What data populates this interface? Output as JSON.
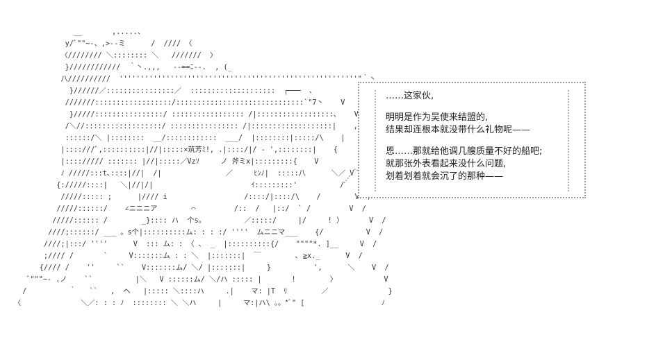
{
  "speech": {
    "line1": "……这家伙,",
    "line2": "明明是作为吴使来结盟的,",
    "line3": "结果却连根本就没带什么礼物呢——",
    "line4": "恩……那就给他调几艘质量不好的船吧;",
    "line5": "就那张外表看起来没什么问题,",
    "line6": "划着划着就会沉了的那种——"
  },
  "art": {
    "text": "              __       ,.....、\n            y/ﾞ\"\"~-、,>--ミ      /  //// 〈\n           〈//////// ＼:::::::: ＼   ///////  〉\n            }////////////  ｀丶.,,,   --==ﾆ--.  , (_\n           八//////////  ''''''''''''''''''''''''''''''''''''''''''''''''''''''''\"｀丶\n             }//////／::::::::::::::::／  ::::::::::::::::::::  ┌───  ､\n            ///////::::::::::::::::::/::::::::::::::::::::::::::::::`\"7丶    V\n             }/////::::::::::::::::/ ::::::::::::::::: /|::::::::::::::::::､    V\n            /＼//::::::::::::::::::/ :::::::::::::::: /|:::::::::::::::::::|    ,\n            ::::::/＼ |::::::::  __/::::::::::::  ___/  |::::::::|:::::/\\    |\n           |::::///ﾞ,::::::::::|//|:::::×茿芳ﾐ!, .|::::/|/ - ',::::::::|    {\n           |::::///// ::::::: |//|:::::／Vzｿ     ノ 斧ミx|:::::::::{    V\n           ﾉ /////:::t､::::|//|  /|               ／     ﾋﾝﾉ|  :::::八      ＼／ V\n          {://///::::|   ＼|//|/|                       ｲ:::::::::'          /\n           /////::::: ;      |//// i                  /::::/|::::/\\    /        V  /\n          /////::::::/    ∠ニニニア        ⌒         /::  /   |::/  ` /         V  /\n         /////:::::: /        _}:::: ハ  个s。         ／:::::/     |/     ! 〉      V  /\n        ////;::::::/ ___ 。s个|::::::::::ム: : : :/ ''''  ムニニマ___    {/          V  /\n       ////;|:::/ ''''      V  ::: ム: : 〈 ､  _  |::::::::::{/    \"\"\"\"*. ]__     V  /\n       ;//// /       `     V:::::::ム : : ＼  |:::::::|  ￣        ､ ≧x._      V  /\n      {//// /    ''     ``    V:::::::ム/ ＼/ |:::::::|     }          ',      ＼    V  /\n   ﾞ\"\"\"~- .ノ    ``          |＼   V ::::::ム/ ＼/ハ ::::: |       !        〉           V\n  /          ｀   ``   ,  ヘ   |::::: ＼::::ハ     .|    マ: |T  ﾘ        ／              }\n〈              ＼／: : : ﾉ  :::::::: ＼ ＼ハ     |     マ:|ハ\\ 。。*ﾞ\" [                  ﾉ"
  },
  "colors": {
    "background": "#ffffff",
    "text": "#222222",
    "border": "#9a9a9a"
  }
}
